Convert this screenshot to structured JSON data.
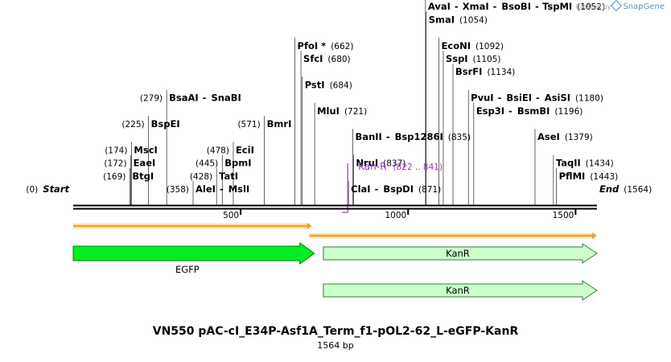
{
  "credit": {
    "prefix": "Created by",
    "brand": "SnapGene"
  },
  "map": {
    "title": "VN550 pAC-cI_E34P-Asf1A_Term_f1-pOL2-62_L-eGFP-KanR",
    "size_label": "1564 bp",
    "length": 1564,
    "ticks": [
      {
        "pos": 500,
        "label": "500"
      },
      {
        "pos": 1000,
        "label": "1000"
      },
      {
        "pos": 1500,
        "label": "1500"
      }
    ],
    "colors": {
      "egfp": "#00ee22",
      "kanr": "#ccffcc",
      "orf": "#f0a030",
      "feature_label": "#9933cc"
    }
  },
  "sites": [
    {
      "pos": 0,
      "tick": false,
      "row": 0,
      "left": [
        {
          "text": "(0)",
          "kind": "num"
        },
        {
          "text": "Start",
          "kind": "italic"
        }
      ]
    },
    {
      "pos": 358,
      "row": 0,
      "left": [
        {
          "text": "(358)",
          "kind": "num"
        }
      ],
      "text": [
        {
          "text": "AleI",
          "kind": "name"
        },
        {
          "text": "-",
          "kind": "sep"
        },
        {
          "text": "MslI",
          "kind": "name"
        }
      ]
    },
    {
      "pos": 822,
      "row": 0,
      "text": [
        {
          "text": "ClaI",
          "kind": "name"
        },
        {
          "text": "-",
          "kind": "sep"
        },
        {
          "text": "BspDI",
          "kind": "name"
        },
        {
          "text": "(871)",
          "kind": "num"
        }
      ]
    },
    {
      "pos": 1564,
      "tick": false,
      "row": 0,
      "text": [
        {
          "text": "End",
          "kind": "italic"
        },
        {
          "text": "(1564)",
          "kind": "num"
        }
      ]
    },
    {
      "pos": 169,
      "row": 1,
      "left": [
        {
          "text": "(169)",
          "kind": "num"
        }
      ],
      "text": [
        {
          "text": "BtgI",
          "kind": "name"
        }
      ]
    },
    {
      "pos": 428,
      "row": 1,
      "left": [
        {
          "text": "(428)",
          "kind": "num"
        }
      ],
      "text": [
        {
          "text": "TatI",
          "kind": "name"
        }
      ]
    },
    {
      "pos": 1443,
      "row": 1,
      "text": [
        {
          "text": "PflMI",
          "kind": "name"
        },
        {
          "text": "(1443)",
          "kind": "num"
        }
      ]
    },
    {
      "pos": 172,
      "row": 2,
      "left": [
        {
          "text": "(172)",
          "kind": "num"
        }
      ],
      "text": [
        {
          "text": "EaeI",
          "kind": "name"
        }
      ]
    },
    {
      "pos": 445,
      "row": 2,
      "left": [
        {
          "text": "(445)",
          "kind": "num"
        }
      ],
      "text": [
        {
          "text": "BpmI",
          "kind": "name"
        }
      ]
    },
    {
      "pos": 837,
      "row": 2,
      "text": [
        {
          "text": "NruI",
          "kind": "name"
        },
        {
          "text": "(837)",
          "kind": "num"
        }
      ]
    },
    {
      "pos": 1434,
      "row": 2,
      "text": [
        {
          "text": "TaqII",
          "kind": "name"
        },
        {
          "text": "(1434)",
          "kind": "num"
        }
      ]
    },
    {
      "pos": 174,
      "row": 3,
      "left": [
        {
          "text": "(174)",
          "kind": "num"
        }
      ],
      "text": [
        {
          "text": "MscI",
          "kind": "name"
        }
      ]
    },
    {
      "pos": 478,
      "row": 3,
      "left": [
        {
          "text": "(478)",
          "kind": "num"
        }
      ],
      "text": [
        {
          "text": "EciI",
          "kind": "name"
        }
      ]
    },
    {
      "pos": 835,
      "row": 4,
      "text": [
        {
          "text": "BanII",
          "kind": "name"
        },
        {
          "text": "-",
          "kind": "sep"
        },
        {
          "text": "Bsp1286I",
          "kind": "name"
        },
        {
          "text": "(835)",
          "kind": "num"
        }
      ]
    },
    {
      "pos": 1379,
      "row": 4,
      "text": [
        {
          "text": "AseI",
          "kind": "name"
        },
        {
          "text": "(1379)",
          "kind": "num"
        }
      ]
    },
    {
      "pos": 225,
      "row": 5,
      "left": [
        {
          "text": "(225)",
          "kind": "num"
        }
      ],
      "text": [
        {
          "text": "BspEI",
          "kind": "name"
        }
      ]
    },
    {
      "pos": 571,
      "row": 5,
      "left": [
        {
          "text": "(571)",
          "kind": "num"
        }
      ],
      "text": [
        {
          "text": "BmrI",
          "kind": "name"
        }
      ]
    },
    {
      "pos": 1196,
      "row": 6,
      "text": [
        {
          "text": "Esp3I",
          "kind": "name"
        },
        {
          "text": "-",
          "kind": "sep"
        },
        {
          "text": "BsmBI",
          "kind": "name"
        },
        {
          "text": "(1196)",
          "kind": "num"
        }
      ]
    },
    {
      "pos": 721,
      "row": 6,
      "text": [
        {
          "text": "MluI",
          "kind": "name"
        },
        {
          "text": "(721)",
          "kind": "num"
        }
      ]
    },
    {
      "pos": 279,
      "row": 7,
      "left": [
        {
          "text": "(279)",
          "kind": "num"
        }
      ],
      "text": [
        {
          "text": "BsaAI",
          "kind": "name"
        },
        {
          "text": "-",
          "kind": "sep"
        },
        {
          "text": "SnaBI",
          "kind": "name"
        }
      ]
    },
    {
      "pos": 1180,
      "row": 7,
      "text": [
        {
          "text": "PvuI",
          "kind": "name"
        },
        {
          "text": "-",
          "kind": "sep"
        },
        {
          "text": "BsiEI",
          "kind": "name"
        },
        {
          "text": "-",
          "kind": "sep"
        },
        {
          "text": "AsiSI",
          "kind": "name"
        },
        {
          "text": "(1180)",
          "kind": "num"
        }
      ]
    },
    {
      "pos": 684,
      "row": 8,
      "text": [
        {
          "text": "PstI",
          "kind": "name"
        },
        {
          "text": "(684)",
          "kind": "num"
        }
      ]
    },
    {
      "pos": 1134,
      "row": 9,
      "text": [
        {
          "text": "BsrFI",
          "kind": "name"
        },
        {
          "text": "(1134)",
          "kind": "num"
        }
      ]
    },
    {
      "pos": 680,
      "row": 10,
      "text": [
        {
          "text": "SfcI",
          "kind": "name"
        },
        {
          "text": "(680)",
          "kind": "num"
        }
      ]
    },
    {
      "pos": 1105,
      "row": 10,
      "text": [
        {
          "text": "SspI",
          "kind": "name"
        },
        {
          "text": "(1105)",
          "kind": "num"
        }
      ]
    },
    {
      "pos": 662,
      "row": 11,
      "text": [
        {
          "text": "PfoI *",
          "kind": "name"
        },
        {
          "text": "(662)",
          "kind": "num"
        }
      ]
    },
    {
      "pos": 1092,
      "row": 11,
      "text": [
        {
          "text": "EcoNI",
          "kind": "name"
        },
        {
          "text": "(1092)",
          "kind": "num"
        }
      ]
    },
    {
      "pos": 1054,
      "row": 13,
      "text": [
        {
          "text": "SmaI",
          "kind": "name"
        },
        {
          "text": "(1054)",
          "kind": "num"
        }
      ]
    },
    {
      "pos": 1052,
      "row": 14,
      "text": [
        {
          "text": "AvaI",
          "kind": "name"
        },
        {
          "text": "-",
          "kind": "sep"
        },
        {
          "text": "XmaI",
          "kind": "name"
        },
        {
          "text": "-",
          "kind": "sep"
        },
        {
          "text": "BsoBI",
          "kind": "name"
        },
        {
          "text": "-",
          "kind": "sep"
        },
        {
          "text": "TspMI",
          "kind": "name"
        },
        {
          "text": "(1052)",
          "kind": "num"
        }
      ]
    }
  ],
  "feature_label": {
    "pos": 822,
    "name": "Kan-R",
    "range": "(822 .. 841)"
  },
  "orfs": [
    {
      "start": 0,
      "end": 713,
      "row": 0
    },
    {
      "start": 705,
      "end": 1564,
      "row": 1
    }
  ],
  "features": [
    {
      "name": "EGFP",
      "start": 0,
      "end": 720,
      "label_position": "below",
      "style": "egfp",
      "row": 0
    },
    {
      "name": "KanR",
      "start": 747,
      "end": 1564,
      "label_position": "inside",
      "style": "kanr",
      "row": 0
    },
    {
      "name": "KanR",
      "start": 747,
      "end": 1564,
      "label_position": "inside",
      "style": "kanr",
      "row": 1
    }
  ]
}
